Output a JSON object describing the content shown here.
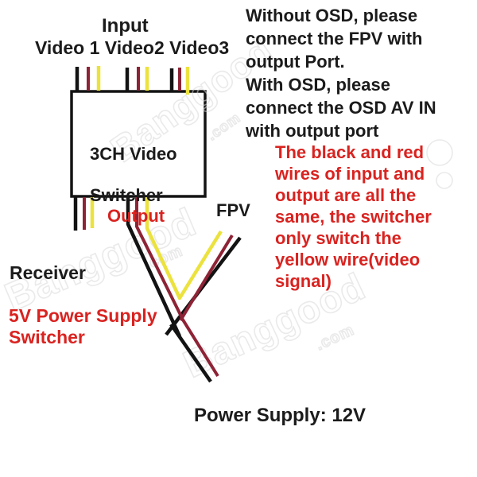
{
  "colors": {
    "text_black": "#1b1b1b",
    "text_red": "#d92320",
    "wire_black": "#131313",
    "wire_red": "#8e2336",
    "wire_yellow": "#ece23e",
    "watermark": "#d9d9d9"
  },
  "labels": {
    "input_title": "Input",
    "input_channels": "Video 1 Video2 Video3",
    "box_line1": "3CH Video",
    "box_line2": "Switcher",
    "box_output": "Output",
    "fpv": "FPV",
    "receiver": "Receiver",
    "power_switcher": "5V Power Supply\nSwitcher",
    "power_supply": "Power Supply: 12V"
  },
  "notes": {
    "osd": "Without OSD, please\nconnect the FPV with\noutput Port.\nWith OSD, please\nconnect the OSD AV IN\nwith output port",
    "wires": "The black and red\nwires of input and\noutput are all the\nsame, the switcher\nonly switch the\nyellow wire(video\nsignal)"
  },
  "watermark": {
    "text": "Banggood",
    "suffix": ".com"
  }
}
